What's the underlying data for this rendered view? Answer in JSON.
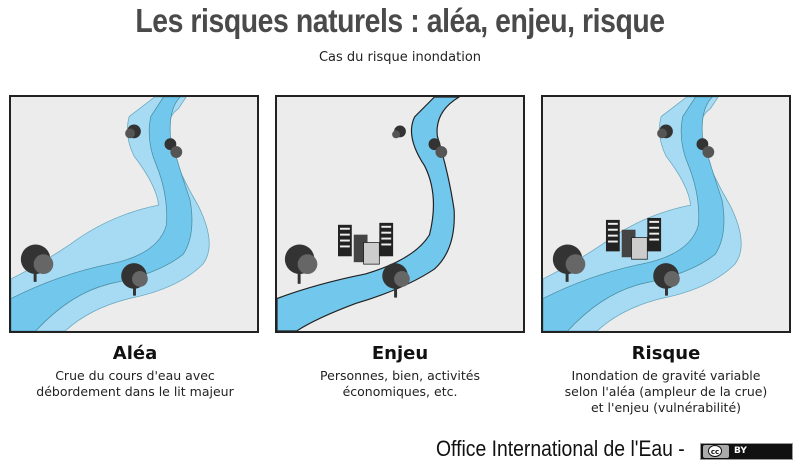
{
  "header": {
    "title": "Les risques naturels : aléa, enjeu, risque",
    "subtitle": "Cas du risque inondation"
  },
  "panels": [
    {
      "id": "alea",
      "title": "Aléa",
      "description_lines": [
        "Crue du cours d'eau avec",
        "débordement dans le lit majeur"
      ],
      "shows_flood_zone": true,
      "shows_buildings": false
    },
    {
      "id": "enjeu",
      "title": "Enjeu",
      "description_lines": [
        "Personnes, bien, activités",
        "économiques, etc."
      ],
      "shows_flood_zone": false,
      "shows_buildings": true
    },
    {
      "id": "risque",
      "title": "Risque",
      "description_lines": [
        "Inondation de gravité variable",
        "selon l'aléa (ampleur de la crue)",
        "et l'enjeu (vulnérabilité)"
      ],
      "shows_flood_zone": true,
      "shows_buildings": true
    }
  ],
  "icons": [
    "tree-icon",
    "building-icon",
    "river",
    "flood-zone"
  ],
  "colors": {
    "background_panel": "#ececec",
    "river": "#72c8ec",
    "flood_zone": "#a6dbf3",
    "river_edge": "#4c8fa6",
    "title": "#4a4a4a"
  },
  "footer": {
    "credit": "Office International de l'Eau -",
    "license_cc": "cc",
    "license_by": "BY"
  }
}
